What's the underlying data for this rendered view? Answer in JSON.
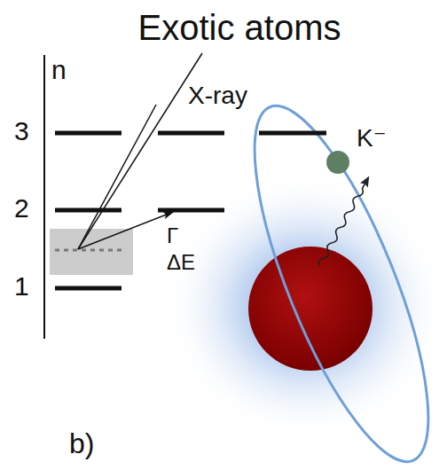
{
  "diagram": {
    "title": "Exotic atoms",
    "labels": [
      "n",
      "3",
      "2",
      "1",
      "X-ray",
      "Γ",
      "ΔE",
      "K⁻",
      "b)"
    ]
  }
}
